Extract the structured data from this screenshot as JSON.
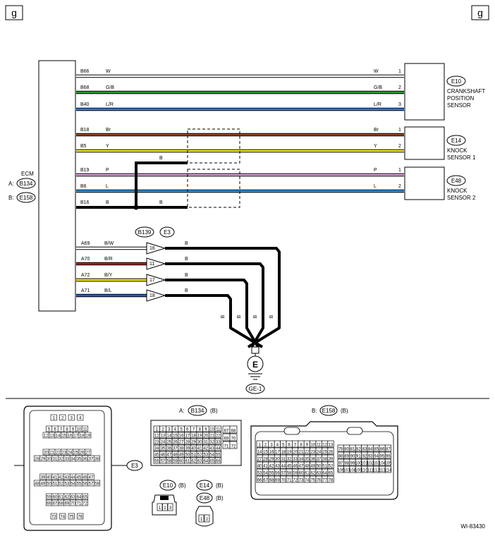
{
  "page": {
    "corner_label": "g",
    "figure_id": "WI-83430"
  },
  "ecm": {
    "label": "ECM",
    "prefix_a": "A:",
    "connector_a": "B134",
    "prefix_b": "B:",
    "connector_b": "E158"
  },
  "sensors": [
    {
      "connector": "E10",
      "name_lines": [
        "CRANKSHAFT",
        "POSITION",
        "SENSOR"
      ]
    },
    {
      "connector": "E14",
      "name_lines": [
        "KNOCK",
        "SENSOR 1"
      ]
    },
    {
      "connector": "E48",
      "name_lines": [
        "KNOCK",
        "SENSOR 2"
      ]
    }
  ],
  "wires": [
    {
      "terminal": "B66",
      "color_code": "W",
      "end_code": "W",
      "pin": "1",
      "color": "#ffffff"
    },
    {
      "terminal": "B68",
      "color_code": "G/B",
      "end_code": "G/B",
      "pin": "2",
      "color": "#22a22a"
    },
    {
      "terminal": "B40",
      "color_code": "L/R",
      "end_code": "L/R",
      "pin": "3",
      "color": "#2f7fe0"
    },
    {
      "terminal": "B18",
      "color_code": "Br",
      "end_code": "Br",
      "pin": "1",
      "color": "#8b4a1c"
    },
    {
      "terminal": "B5",
      "color_code": "Y",
      "end_code": "Y",
      "pin": "2",
      "color": "#ffee00"
    },
    {
      "terminal": "B19",
      "color_code": "P",
      "end_code": "P",
      "pin": "1",
      "color": "#e89de0"
    },
    {
      "terminal": "B6",
      "color_code": "L",
      "end_code": "L",
      "pin": "2",
      "color": "#1e9bf0"
    },
    {
      "terminal": "B16",
      "color_code": "B",
      "end_code": "",
      "pin": "",
      "color": "#000000"
    }
  ],
  "shield": {
    "upper_wire_code": "B",
    "lower_wire_code": "B"
  },
  "ground_circuit": {
    "joint_connector_a": "B139",
    "joint_connector_b": "E3",
    "wires": [
      {
        "terminal": "A69",
        "color_code": "B/W",
        "pin": "16",
        "out_code": "B",
        "color": "#ffffff"
      },
      {
        "terminal": "A70",
        "color_code": "B/R",
        "pin": "11",
        "out_code": "B",
        "color": "#b01e1e"
      },
      {
        "terminal": "A72",
        "color_code": "B/Y",
        "pin": "17",
        "out_code": "B",
        "color": "#ffee00"
      },
      {
        "terminal": "A71",
        "color_code": "B/L",
        "pin": "18",
        "out_code": "B",
        "color": "#1e5fd0"
      }
    ],
    "bundle_codes": [
      "B",
      "B",
      "B",
      "B"
    ],
    "ground_symbol": "E",
    "ground_label": "GE-1"
  },
  "connectors": {
    "e3_label": "E3",
    "e3_rows": [
      [
        "1",
        "2",
        "3",
        "4"
      ],
      [
        "5",
        "6",
        "7",
        "8",
        "9",
        "10",
        "11"
      ],
      [
        "12",
        "13",
        "14",
        "15",
        "16",
        "17",
        "18",
        "19"
      ],
      [
        "20",
        "21",
        "22",
        "23",
        "24",
        "25",
        "26",
        "27"
      ],
      [
        "28",
        "29",
        "30",
        "31",
        "32",
        "33",
        "34",
        "35",
        "36",
        "37",
        "38"
      ],
      [
        "39",
        "40",
        "41",
        "42",
        "43",
        "44",
        "45",
        "46",
        "47"
      ],
      [
        "48",
        "49",
        "50",
        "51",
        "52",
        "53",
        "54",
        "55",
        "56",
        "57",
        "58"
      ],
      [
        "59",
        "60",
        "61",
        "62",
        "63",
        "64",
        "65"
      ],
      [
        "66",
        "67",
        "68",
        "69",
        "70",
        "71",
        "72"
      ],
      [
        "73",
        "74",
        "75",
        "76"
      ]
    ],
    "a_prefix": "A:",
    "a_label": "B134",
    "a_suffix": "(B)",
    "a_rows": [
      [
        "1",
        "2",
        "3",
        "4",
        "5",
        "6",
        "7",
        "8",
        "9",
        "10",
        "11"
      ],
      [
        "12",
        "13",
        "14",
        "15",
        "16",
        "17",
        "18",
        "19",
        "20",
        "21",
        "22"
      ],
      [
        "23",
        "24",
        "25",
        "26",
        "27",
        "28",
        "29",
        "30",
        "31",
        "32",
        "33"
      ],
      [
        "34",
        "35",
        "36",
        "37",
        "38",
        "39",
        "40",
        "41",
        "42",
        "43",
        "44"
      ],
      [
        "45",
        "46",
        "47",
        "48",
        "49",
        "50",
        "51",
        "52",
        "53",
        "54",
        "55"
      ],
      [
        "56",
        "57",
        "58",
        "59",
        "60",
        "61",
        "62",
        "63",
        "64",
        "65",
        "66"
      ]
    ],
    "a_side_rows": [
      [
        "67",
        "68"
      ],
      [
        "69",
        "70"
      ],
      [
        "71",
        "72"
      ]
    ],
    "b_prefix": "B:",
    "b_label": "E158",
    "b_suffix": "(B)",
    "b_left_rows": [
      [
        "1",
        "2",
        "3",
        "4",
        "5",
        "6",
        "7",
        "8",
        "9",
        "10",
        "11",
        "12",
        "13"
      ],
      [
        "14",
        "15",
        "16",
        "17",
        "18",
        "19",
        "20",
        "21",
        "22",
        "23",
        "24",
        "25",
        "26"
      ],
      [
        "27",
        "28",
        "29",
        "30",
        "31",
        "32",
        "33",
        "34",
        "35",
        "36",
        "37",
        "38",
        "39"
      ],
      [
        "40",
        "41",
        "42",
        "43",
        "44",
        "45",
        "46",
        "47",
        "48",
        "49",
        "50",
        "51",
        "52"
      ],
      [
        "53",
        "54",
        "55",
        "56",
        "57",
        "58",
        "59",
        "60",
        "61",
        "62",
        "63",
        "64",
        "65"
      ],
      [
        "66",
        "67",
        "68",
        "69",
        "70",
        "71",
        "72",
        "73",
        "74",
        "75",
        "76",
        "77",
        "78"
      ]
    ],
    "b_right_rows": [
      [
        "79",
        "80",
        "81",
        "82",
        "83",
        "84",
        "85",
        "86",
        "87"
      ],
      [
        "88",
        "89",
        "90",
        "91",
        "92",
        "93",
        "94",
        "95",
        "96"
      ],
      [
        "97",
        "98",
        "99",
        "100",
        "101",
        "102",
        "103",
        "104",
        "105"
      ],
      [
        "106",
        "107",
        "108",
        "109",
        "110",
        "111",
        "112",
        "113",
        "114"
      ]
    ],
    "e10_label": "E10",
    "e10_suffix": "(B)",
    "e10_pins": [
      "1",
      "2",
      "3"
    ],
    "e14_label": "E14",
    "e14_suffix": "(B)",
    "e48_label": "E48",
    "e48_suffix": "(B)",
    "knock_pins": [
      "1",
      "2"
    ]
  }
}
